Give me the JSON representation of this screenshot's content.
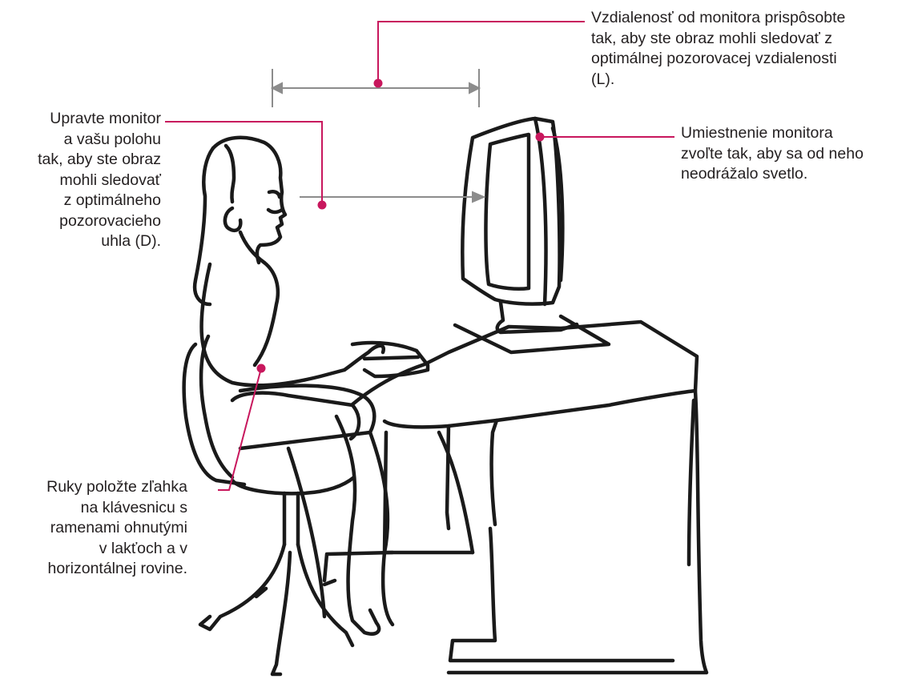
{
  "colors": {
    "callout_line": "#c8175d",
    "dimension_line": "#8c8c8c",
    "drawing_stroke": "#1a1a1a",
    "text": "#231f20"
  },
  "callouts": {
    "distance": {
      "lines": [
        "Vzdialenosť od monitora prispôsobte",
        "tak, aby ste obraz mohli sledovať z",
        "optimálnej pozorovacej vzdialenosti",
        "(L)."
      ]
    },
    "placement": {
      "lines": [
        "Umiestnenie monitora",
        "zvoľte tak, aby sa od neho",
        "neodrážalo svetlo."
      ]
    },
    "angle": {
      "lines": [
        "Upravte monitor",
        "a vašu polohu",
        "tak, aby ste obraz",
        "mohli sledovať",
        "z optimálneho",
        "pozorovacieho",
        "uhla (D)."
      ]
    },
    "hands": {
      "lines": [
        "Ruky položte zľahka",
        "na klávesnicu s",
        "ramenami ohnutými",
        "v lakťoch a v",
        "horizontálnej rovine."
      ]
    }
  }
}
